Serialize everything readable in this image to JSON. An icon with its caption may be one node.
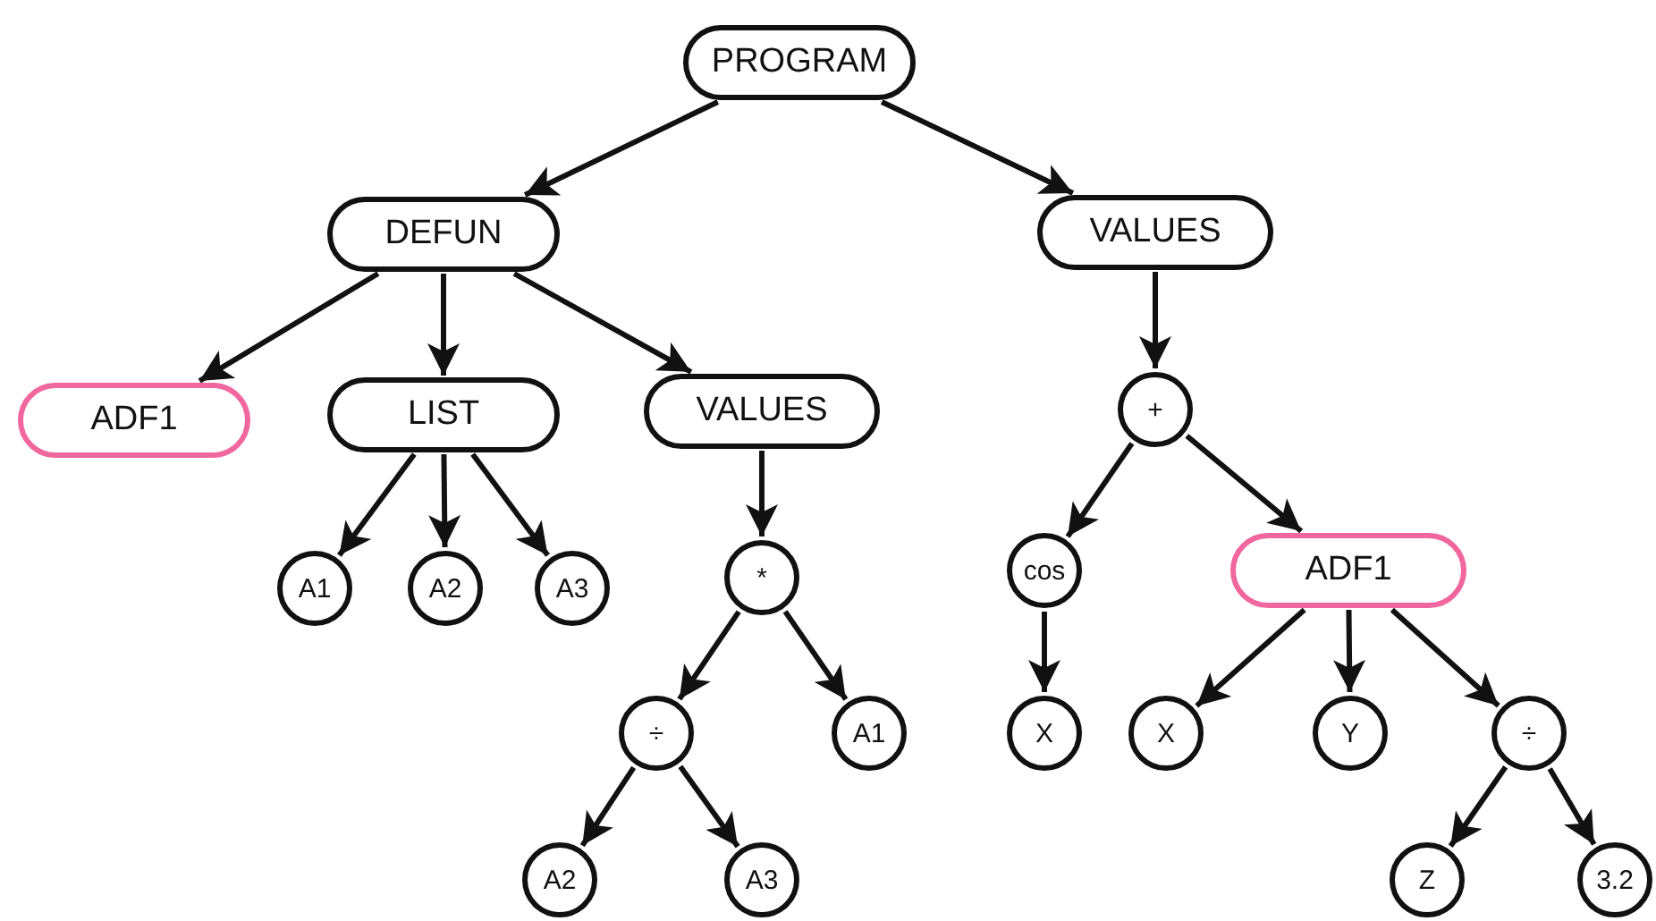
{
  "diagram": {
    "nodes": [
      {
        "text": [
          "PROGRAM"
        ]
      },
      {
        "text": [
          "DEFUN"
        ]
      },
      {
        "text": [
          "VALUES"
        ]
      },
      {
        "text": [
          "ADF1"
        ]
      },
      {
        "text": [
          "LIST"
        ]
      },
      {
        "text": [
          "VALUES"
        ]
      },
      {
        "text": [
          "A1"
        ]
      },
      {
        "text": [
          "A2"
        ]
      },
      {
        "text": [
          "A3"
        ]
      },
      {
        "text": [
          "*"
        ]
      },
      {
        "text": [
          "+"
        ]
      },
      {
        "text": [
          "cos"
        ]
      },
      {
        "text": [
          "ADF1"
        ]
      },
      {
        "text": [
          "÷"
        ]
      },
      {
        "text": [
          "A1"
        ]
      },
      {
        "text": [
          "X"
        ]
      },
      {
        "text": [
          "X"
        ]
      },
      {
        "text": [
          "Y"
        ]
      },
      {
        "text": [
          "÷"
        ]
      },
      {
        "text": [
          "A2"
        ]
      },
      {
        "text": [
          "A3"
        ]
      },
      {
        "text": [
          "Z"
        ]
      },
      {
        "text": [
          "3.2"
        ]
      }
    ],
    "edges": [
      {
        "from": 0,
        "to": 1,
        "arrow": "to"
      },
      {
        "from": 0,
        "to": 2,
        "arrow": "to"
      },
      {
        "from": 1,
        "to": 3,
        "arrow": "to"
      },
      {
        "from": 1,
        "to": 4,
        "arrow": "to"
      },
      {
        "from": 1,
        "to": 5,
        "arrow": "to"
      },
      {
        "from": 4,
        "to": 6,
        "arrow": "to"
      },
      {
        "from": 4,
        "to": 7,
        "arrow": "to"
      },
      {
        "from": 4,
        "to": 8,
        "arrow": "to"
      },
      {
        "from": 5,
        "to": 9,
        "arrow": "to"
      },
      {
        "from": 9,
        "to": 13,
        "arrow": "to"
      },
      {
        "from": 9,
        "to": 14,
        "arrow": "to"
      },
      {
        "from": 13,
        "to": 19,
        "arrow": "to"
      },
      {
        "from": 13,
        "to": 20,
        "arrow": "to"
      },
      {
        "from": 2,
        "to": 10,
        "arrow": "to"
      },
      {
        "from": 10,
        "to": 11,
        "arrow": "to"
      },
      {
        "from": 10,
        "to": 12,
        "arrow": "to"
      },
      {
        "from": 11,
        "to": 15,
        "arrow": "to"
      },
      {
        "from": 12,
        "to": 16,
        "arrow": "to"
      },
      {
        "from": 12,
        "to": 17,
        "arrow": "to"
      },
      {
        "from": 12,
        "to": 18,
        "arrow": "to"
      },
      {
        "from": 18,
        "to": 21,
        "arrow": "to"
      },
      {
        "from": 18,
        "to": 22,
        "arrow": "to"
      }
    ]
  }
}
